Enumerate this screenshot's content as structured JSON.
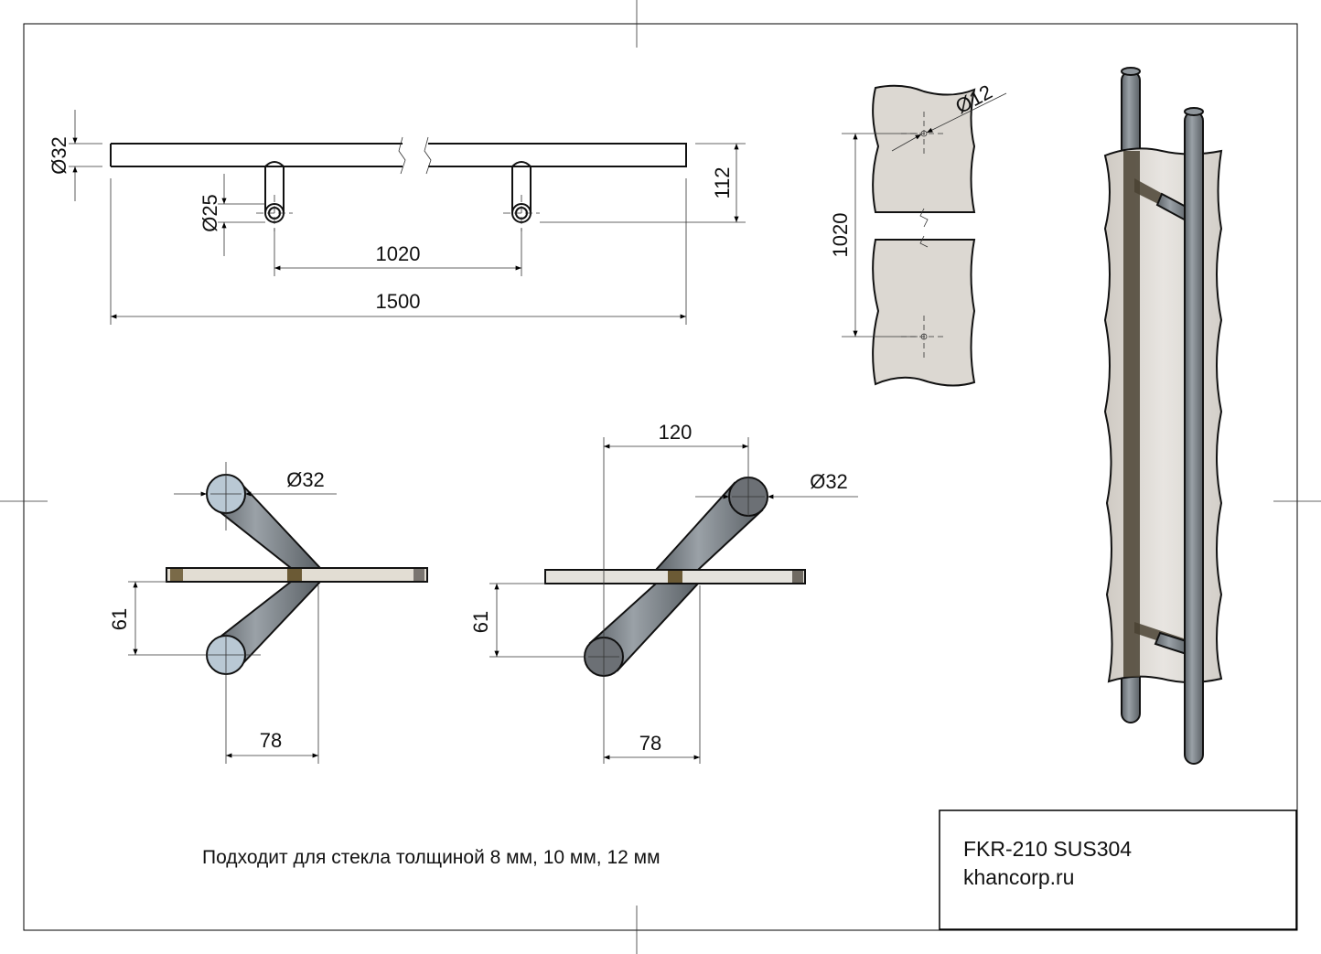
{
  "top_view": {
    "d_bar": "Ø32",
    "d_post": "Ø25",
    "height": "112",
    "spacing": "1020",
    "length": "1500"
  },
  "glass_view": {
    "hole": "Ø12",
    "spacing": "1020"
  },
  "side_view_left": {
    "diameter": "Ø32",
    "offset": "61",
    "depth": "78"
  },
  "side_view_right": {
    "width": "120",
    "diameter": "Ø32",
    "offset": "61",
    "depth": "78"
  },
  "caption": "Подходит для стекла толщиной 8 мм, 10 мм, 12 мм",
  "title_block": {
    "model": "FKR-210 SUS304",
    "site": "khancorp.ru"
  },
  "colors": {
    "glass": "#dcd8d2",
    "tube": "#7f868c",
    "cap_light": "#b9c8d4",
    "cap_dark": "#6c7075",
    "dark_edge": "#4a4232"
  }
}
